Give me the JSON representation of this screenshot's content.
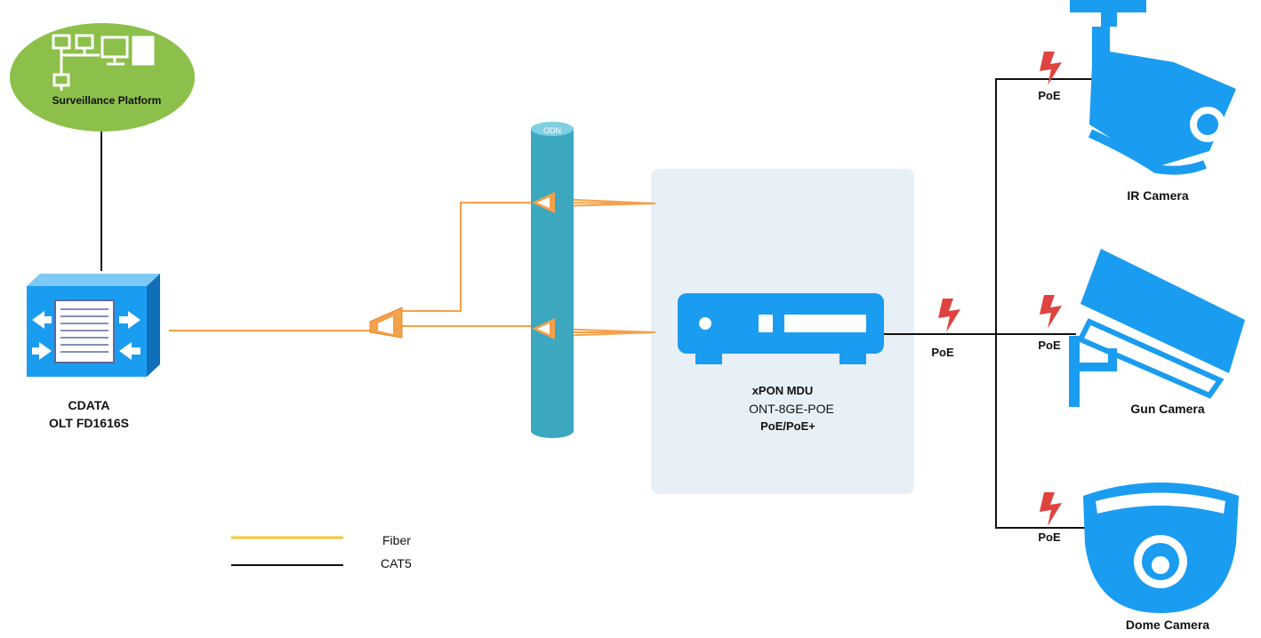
{
  "colors": {
    "fiber": "#f5a04a",
    "fiber_legend": "#f8c33b",
    "cat5": "#111111",
    "device_blue": "#1a9cf0",
    "odn_teal": "#3ba8c0",
    "platform_green": "#8cc04a",
    "mdu_panel": "#e8f0f7",
    "poe_bolt": "#e0433f"
  },
  "platform": {
    "label": "Surveillance Platform",
    "icon": "network-computers-icon"
  },
  "olt": {
    "brand": "CDATA",
    "model": "OLT FD1616S",
    "icon": "olt-chassis-icon"
  },
  "odn": {
    "label": "ODN",
    "icon": "odn-cylinder-icon"
  },
  "mdu": {
    "title": "xPON MDU",
    "model": "ONT-8GE-POE",
    "power": "PoE/PoE+",
    "icon": "mdu-device-icon"
  },
  "poe_label": "PoE",
  "cameras": [
    {
      "name": "IR Camera",
      "icon": "ir-camera-icon",
      "link": "PoE"
    },
    {
      "name": "Gun Camera",
      "icon": "gun-camera-icon",
      "link": "PoE"
    },
    {
      "name": "Dome Camera",
      "icon": "dome-camera-icon",
      "link": "PoE"
    }
  ],
  "legend": [
    {
      "label": "Fiber",
      "color": "#f8c33b"
    },
    {
      "label": "CAT5",
      "color": "#111111"
    }
  ]
}
